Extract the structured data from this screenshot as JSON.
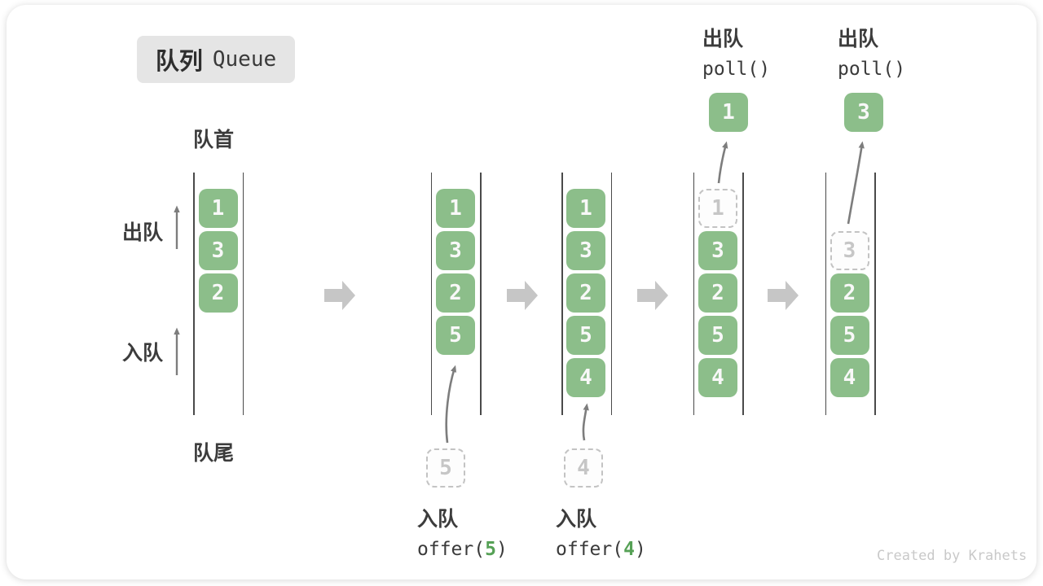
{
  "title_badge": {
    "zh": "队列",
    "en": "Queue"
  },
  "side_labels": {
    "front": "队首",
    "rear": "队尾",
    "dequeue": "出队",
    "enqueue": "入队"
  },
  "queues": [
    {
      "name": "state-initial",
      "slots": [
        {
          "row": 0,
          "value": "1",
          "style": "solid"
        },
        {
          "row": 1,
          "value": "3",
          "style": "solid"
        },
        {
          "row": 2,
          "value": "2",
          "style": "solid"
        }
      ]
    },
    {
      "name": "state-after-offer-5",
      "slots": [
        {
          "row": 0,
          "value": "1",
          "style": "solid"
        },
        {
          "row": 1,
          "value": "3",
          "style": "solid"
        },
        {
          "row": 2,
          "value": "2",
          "style": "solid"
        },
        {
          "row": 3,
          "value": "5",
          "style": "solid"
        }
      ]
    },
    {
      "name": "state-after-offer-4",
      "slots": [
        {
          "row": 0,
          "value": "1",
          "style": "solid"
        },
        {
          "row": 1,
          "value": "3",
          "style": "solid"
        },
        {
          "row": 2,
          "value": "2",
          "style": "solid"
        },
        {
          "row": 3,
          "value": "5",
          "style": "solid"
        },
        {
          "row": 4,
          "value": "4",
          "style": "solid"
        }
      ]
    },
    {
      "name": "state-after-poll-1",
      "slots": [
        {
          "row": 0,
          "value": "1",
          "style": "dashed"
        },
        {
          "row": 1,
          "value": "3",
          "style": "solid"
        },
        {
          "row": 2,
          "value": "2",
          "style": "solid"
        },
        {
          "row": 3,
          "value": "5",
          "style": "solid"
        },
        {
          "row": 4,
          "value": "4",
          "style": "solid"
        }
      ]
    },
    {
      "name": "state-after-poll-3",
      "slots": [
        {
          "row": 1,
          "value": "3",
          "style": "dashed"
        },
        {
          "row": 2,
          "value": "2",
          "style": "solid"
        },
        {
          "row": 3,
          "value": "5",
          "style": "solid"
        },
        {
          "row": 4,
          "value": "4",
          "style": "solid"
        }
      ]
    }
  ],
  "enqueue_ops": [
    {
      "zh": "入队",
      "fn": "offer(",
      "arg": "5",
      "close": ")",
      "pending_value": "5"
    },
    {
      "zh": "入队",
      "fn": "offer(",
      "arg": "4",
      "close": ")",
      "pending_value": "4"
    }
  ],
  "dequeue_ops": [
    {
      "zh": "出队",
      "code": "poll()",
      "out_value": "1"
    },
    {
      "zh": "出队",
      "code": "poll()",
      "out_value": "3"
    }
  ],
  "watermark": "Created by Krahets",
  "colors": {
    "box_green": "#8CBE8A",
    "code_green": "#56A156",
    "thin_arrow_gray": "#7d7d7d",
    "block_arrow_gray": "#c6c6c6",
    "wall_gray": "#4a4a4a",
    "badge_bg": "#e5e5e5"
  }
}
